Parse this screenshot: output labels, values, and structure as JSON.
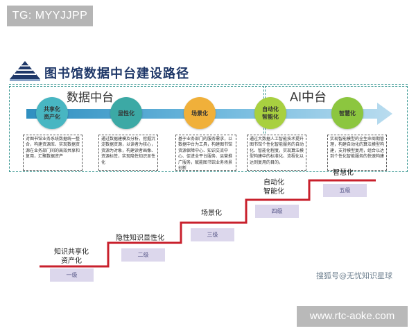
{
  "watermark_top": "TG: MYYJJPP",
  "watermark_url": "www.rtc-aoke.com",
  "watermark_credit": "搜狐号@无忧知识星球",
  "title": "图书馆数据中台建设路径",
  "sections": {
    "left": "数据中台",
    "right": "AI中台"
  },
  "nodes": [
    {
      "label_line1": "共享化",
      "label_line2": "资产化",
      "color": "#48b6c2",
      "desc": "对图书馆业务系统数据统一整合，构建资源库、实现数据资源在业务部门间的高效共享和复用，汇聚数据资产"
    },
    {
      "label_line1": "显性化",
      "label_line2": "",
      "color": "#3ca9a5",
      "desc": "通过数据建模及分析，挖掘沉淀数据资源，以读者为核心，资源为对象，构建读者画像、资源标签，实现隐性知识显性化"
    },
    {
      "label_line1": "场景化",
      "label_line2": "",
      "color": "#f0b03a",
      "desc": "基于业务部门的服务需求，以数据中台为工具，构建图书馆资源保障中心、知识交流中心、促进全平台服务、运营推广服务，赋能图书馆业务场景创新"
    },
    {
      "label_line1": "自动化",
      "label_line2": "智能化",
      "color": "#a8d040",
      "desc": "通过大数据人工智能技术提升图书馆个性化智能服务的自动化、智能化程度，实现算法模型构建中的标准化、流程化以达到复用的目的。"
    },
    {
      "label_line1": "智慧化",
      "label_line2": "",
      "color": "#8cc63f",
      "desc": "实现智能模型的全生命周期管理，构建自动化的算法模型构建，支持模型复用，组合以达到个性化智能服务的快速构建"
    }
  ],
  "steps": [
    {
      "label": "知识共享化\n资产化",
      "level": "一级"
    },
    {
      "label": "隐性知识显性化",
      "level": "二级"
    },
    {
      "label": "场景化",
      "level": "三级"
    },
    {
      "label": "自动化\n智能化",
      "level": "四级"
    },
    {
      "label": "智慧化",
      "level": "五级"
    }
  ],
  "colors": {
    "arrow": "#5aaad0",
    "stair": "#c8202c",
    "dashed_box": "#3d9a95",
    "title": "#1f3869",
    "level_box": "#dcd7ec"
  }
}
